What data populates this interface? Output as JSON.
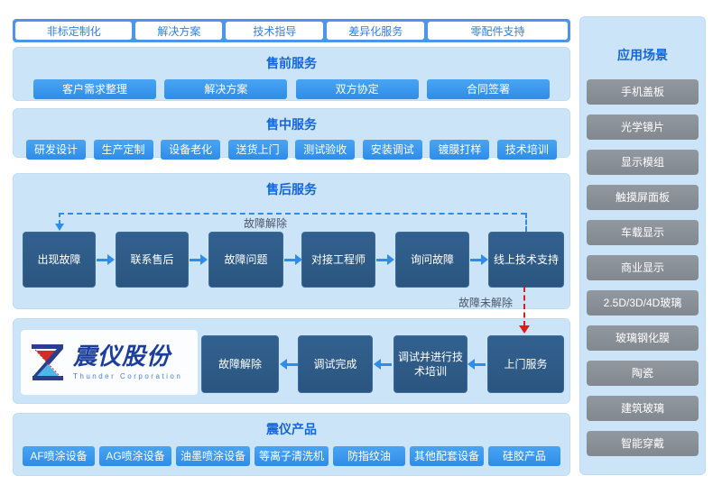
{
  "colors": {
    "accent_blue": "#3498ec",
    "tabbar_blue": "#4b96e8",
    "section_bg": "#cbe4f8",
    "title_blue": "#1566d8",
    "flowbox_navy": "#2d5a86",
    "scenario_gray": "#8b9096",
    "alert_red": "#e01b1b"
  },
  "tabs": {
    "items": [
      "非标定制化",
      "解决方案",
      "技术指导",
      "差异化服务",
      "零配件支持"
    ]
  },
  "presale": {
    "title": "售前服务",
    "items": [
      "客户需求整理",
      "解决方案",
      "双方协定",
      "合同签署"
    ]
  },
  "midsale": {
    "title": "售中服务",
    "items": [
      "研发设计",
      "生产定制",
      "设备老化",
      "送货上门",
      "测试验收",
      "安装调试",
      "镀膜打样",
      "技术培训"
    ]
  },
  "aftersale": {
    "title": "售后服务",
    "steps": [
      "出现故障",
      "联系售后",
      "故障问题",
      "对接工程师",
      "询问故障",
      "线上技术支持"
    ],
    "resolved_label": "故障解除",
    "unresolved_label": "故障未解除"
  },
  "onsite_flow": {
    "steps": [
      "故障解除",
      "调试完成",
      "调试并进行技术培训",
      "上门服务"
    ]
  },
  "logo": {
    "name": "震仪股份",
    "subtitle": "Thunder Corporation"
  },
  "products": {
    "title": "震仪产品",
    "items": [
      "AF喷涂设备",
      "AG喷涂设备",
      "油墨喷涂设备",
      "等离子清洗机",
      "防指纹油",
      "其他配套设备",
      "硅胶产品"
    ]
  },
  "scenarios": {
    "title": "应用场景",
    "items": [
      "手机盖板",
      "光学镜片",
      "显示模组",
      "触摸屏面板",
      "车载显示",
      "商业显示",
      "2.5D/3D/4D玻璃",
      "玻璃钢化膜",
      "陶瓷",
      "建筑玻璃",
      "智能穿戴"
    ]
  }
}
